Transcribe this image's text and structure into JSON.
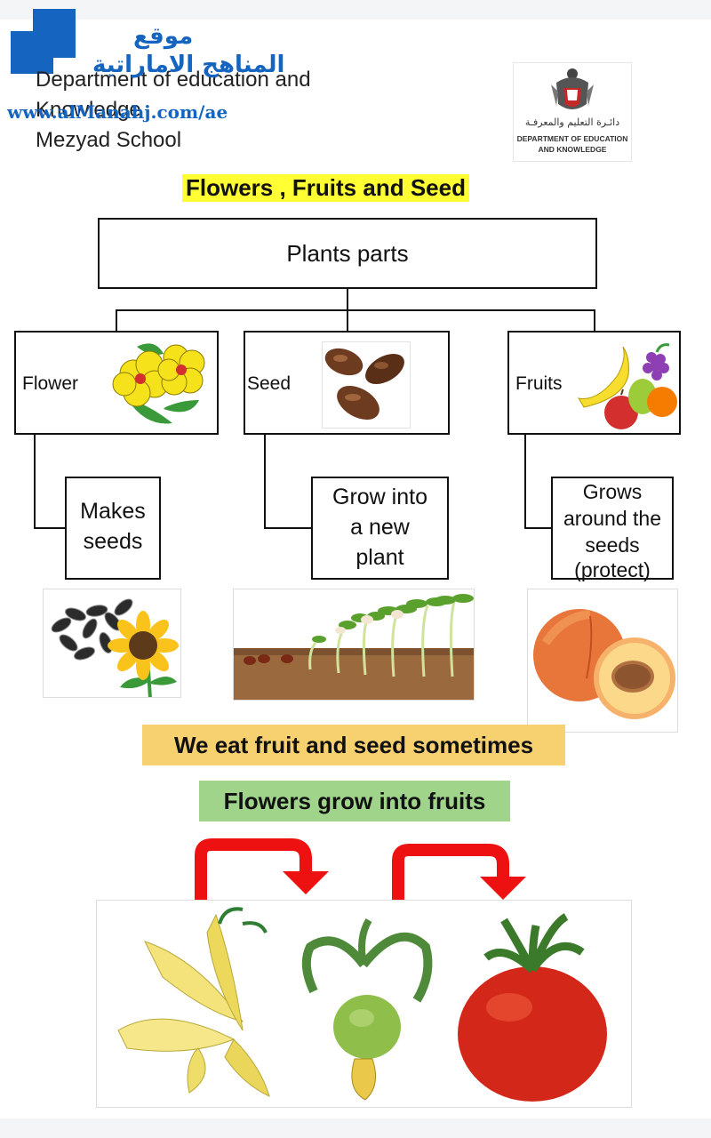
{
  "watermark": {
    "arabic_line1": "موقع",
    "arabic_line2": "المناهج الاماراتية",
    "url": "www.alManahj.com/ae"
  },
  "header": {
    "line1": "Department of education and",
    "line2": "Knowledge",
    "line3": "Mezyad School"
  },
  "logo": {
    "arabic": "دائـرة التعليم والمعرفـة",
    "english_line1": "DEPARTMENT OF EDUCATION",
    "english_line2": "AND KNOWLEDGE"
  },
  "title": "Flowers , Fruits and Seed",
  "diagram": {
    "root": "Plants parts",
    "parts": [
      {
        "label": "Flower",
        "image": "hibiscus-flowers",
        "description_lines": [
          "Makes",
          "seeds"
        ],
        "photo": "sunflower-with-seeds"
      },
      {
        "label": "Seed",
        "image": "brown-beans",
        "description_lines": [
          "Grow into",
          "a new",
          "plant"
        ],
        "photo": "seedlings-growing-in-soil"
      },
      {
        "label": "Fruits",
        "image": "fruit-basket",
        "description_lines": [
          "Grows",
          "around the",
          "seeds",
          "(protect)"
        ],
        "photo": "peach-cut-half"
      }
    ]
  },
  "notes": {
    "eat": "We eat fruit and seed sometimes",
    "grow": "Flowers grow into fruits"
  },
  "sequence": [
    "flower",
    "young-fruit",
    "tomato"
  ],
  "colors": {
    "title_highlight": "#ffff33",
    "eat_band": "#f7d070",
    "grow_band": "#9fd48a",
    "arrow": "#ee1111",
    "watermark_blue": "#1565c0"
  }
}
